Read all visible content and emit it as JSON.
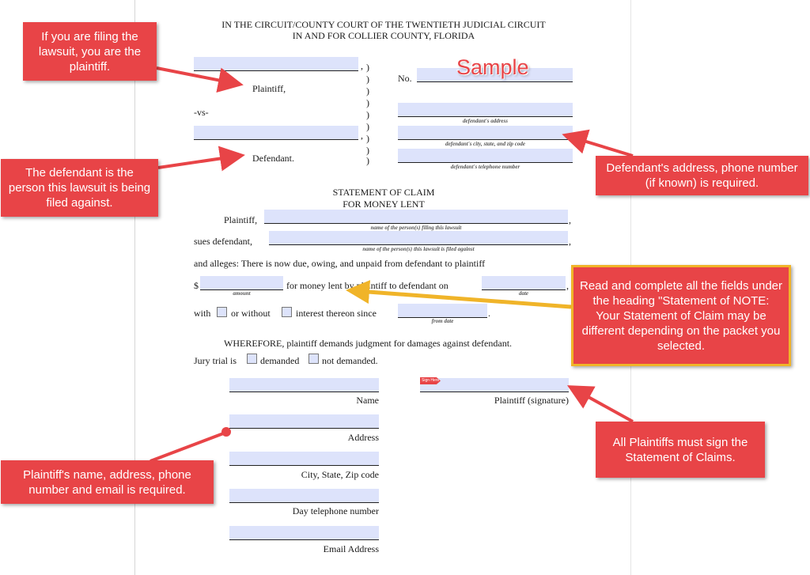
{
  "header": {
    "line1": "IN THE CIRCUIT/COUNTY COURT OF THE TWENTIETH JUDICIAL CIRCUIT",
    "line2": "IN AND FOR COLLIER COUNTY, FLORIDA"
  },
  "caption": {
    "plaintiff_label": "Plaintiff,",
    "vs_label": "-vs-",
    "defendant_label": "Defendant.",
    "case_no_label": "No.",
    "sample_label": "Sample",
    "comma": ",",
    "paren": ")",
    "def_address_caption": "defendant's address",
    "def_city_caption": "defendant's city, state, and zip code",
    "def_phone_caption": "defendant's telephone number"
  },
  "claim": {
    "title1": "STATEMENT OF CLAIM",
    "title2": "FOR MONEY LENT",
    "plaintiff_label": "Plaintiff,",
    "plaintiff_caption": "name of the person(s) filing this lawsuit",
    "sues_label": "sues defendant,",
    "sues_caption": "name of the person(s) this lawsuit is filed against",
    "alleges_text": "and alleges: There is now due, owing, and unpaid from defendant to plaintiff",
    "dollar": "$",
    "lent_text": "for money lent by plaintiff to defendant on",
    "amount_caption": "amount",
    "date_caption": "date",
    "with_label": "with",
    "or_without_label": "or without",
    "interest_label": "interest thereon since",
    "from_date_caption": "from date",
    "period": ".",
    "wherefore_text": "WHEREFORE, plaintiff demands judgment for damages against defendant.",
    "jury_label": "Jury trial is",
    "demanded_label": "demanded",
    "not_demanded_label": "not demanded."
  },
  "signature": {
    "name_label": "Name",
    "address_label": "Address",
    "city_label": "City, State, Zip code",
    "phone_label": "Day telephone number",
    "email_label": "Email Address",
    "plaintiff_sig_label": "Plaintiff (signature)",
    "sign_tag": "Sign Here"
  },
  "callouts": {
    "plaintiff": "If you are filing the lawsuit, you are the plaintiff.",
    "defendant": "The defendant is the person this lawsuit is being filed against.",
    "def_address": "Defendant's address, phone number (if known) is required.",
    "complete_fields": "Read and complete all the fields under the heading \"Statement of NOTE: Your Statement of Claim may be different depending on the packet you selected.",
    "sign": "All Plaintiffs must sign the Statement of Claims.",
    "contact": "Plaintiff's name, address, phone number and email is required."
  },
  "colors": {
    "callout": "#e84447",
    "callout_border_highlight": "#f0b429",
    "field_fill": "#dde3fb"
  }
}
